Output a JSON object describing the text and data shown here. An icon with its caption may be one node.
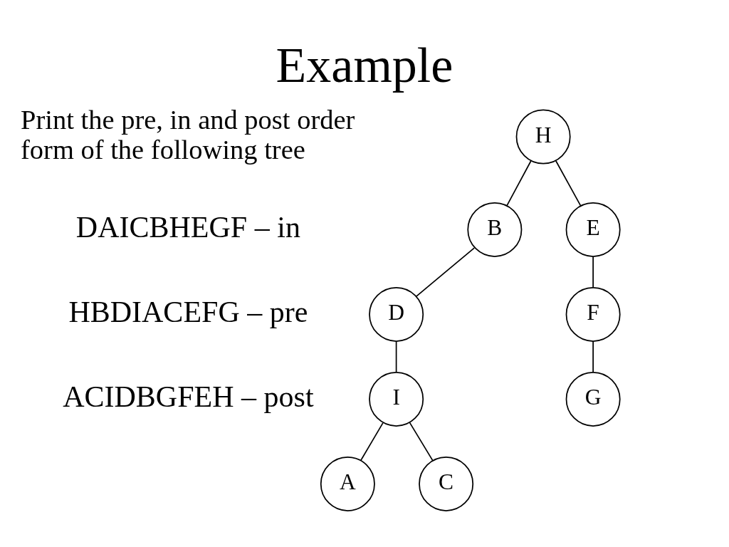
{
  "diagram": {
    "title": "Example",
    "nodes": [
      {
        "text": [
          "H"
        ]
      },
      {
        "text": [
          "B"
        ]
      },
      {
        "text": [
          "E"
        ]
      },
      {
        "text": [
          "D"
        ]
      },
      {
        "text": [
          "F"
        ]
      },
      {
        "text": [
          "I"
        ]
      },
      {
        "text": [
          "G"
        ]
      },
      {
        "text": [
          "A"
        ]
      },
      {
        "text": [
          "C"
        ]
      }
    ],
    "edges": [
      {
        "from": 0,
        "to": 1,
        "arrow": "none"
      },
      {
        "from": 0,
        "to": 2,
        "arrow": "none"
      },
      {
        "from": 1,
        "to": 3,
        "arrow": "none"
      },
      {
        "from": 2,
        "to": 4,
        "arrow": "none"
      },
      {
        "from": 3,
        "to": 5,
        "arrow": "none"
      },
      {
        "from": 4,
        "to": 6,
        "arrow": "none"
      },
      {
        "from": 5,
        "to": 7,
        "arrow": "none"
      },
      {
        "from": 5,
        "to": 8,
        "arrow": "none"
      }
    ],
    "labels": [
      "Print the pre, in and post order form of the following tree",
      "DAICBHEGF – in",
      "HBDIACEFG – pre",
      "ACIDBGFEH – post"
    ]
  }
}
